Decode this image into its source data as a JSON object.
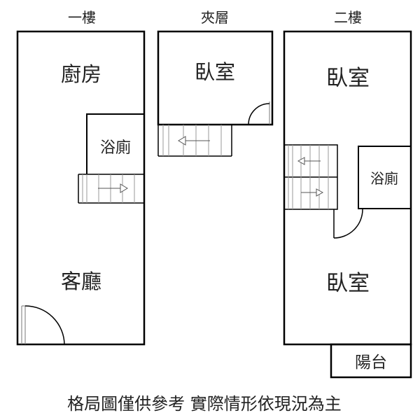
{
  "floors": {
    "first": "一樓",
    "mezzanine": "夾層",
    "second": "二樓"
  },
  "rooms": {
    "kitchen": "廚房",
    "bath_first": "浴廁",
    "living": "客廳",
    "bedroom_mezz": "臥室",
    "bedroom_second_top": "臥室",
    "bath_second": "浴廁",
    "bedroom_second_bottom": "臥室",
    "balcony": "陽台"
  },
  "footer": {
    "disclaimer": "格局圖僅供參考 實際情形依現況為主"
  },
  "colors": {
    "wall": "#000000",
    "stair_line": "#999999",
    "background": "#ffffff"
  }
}
